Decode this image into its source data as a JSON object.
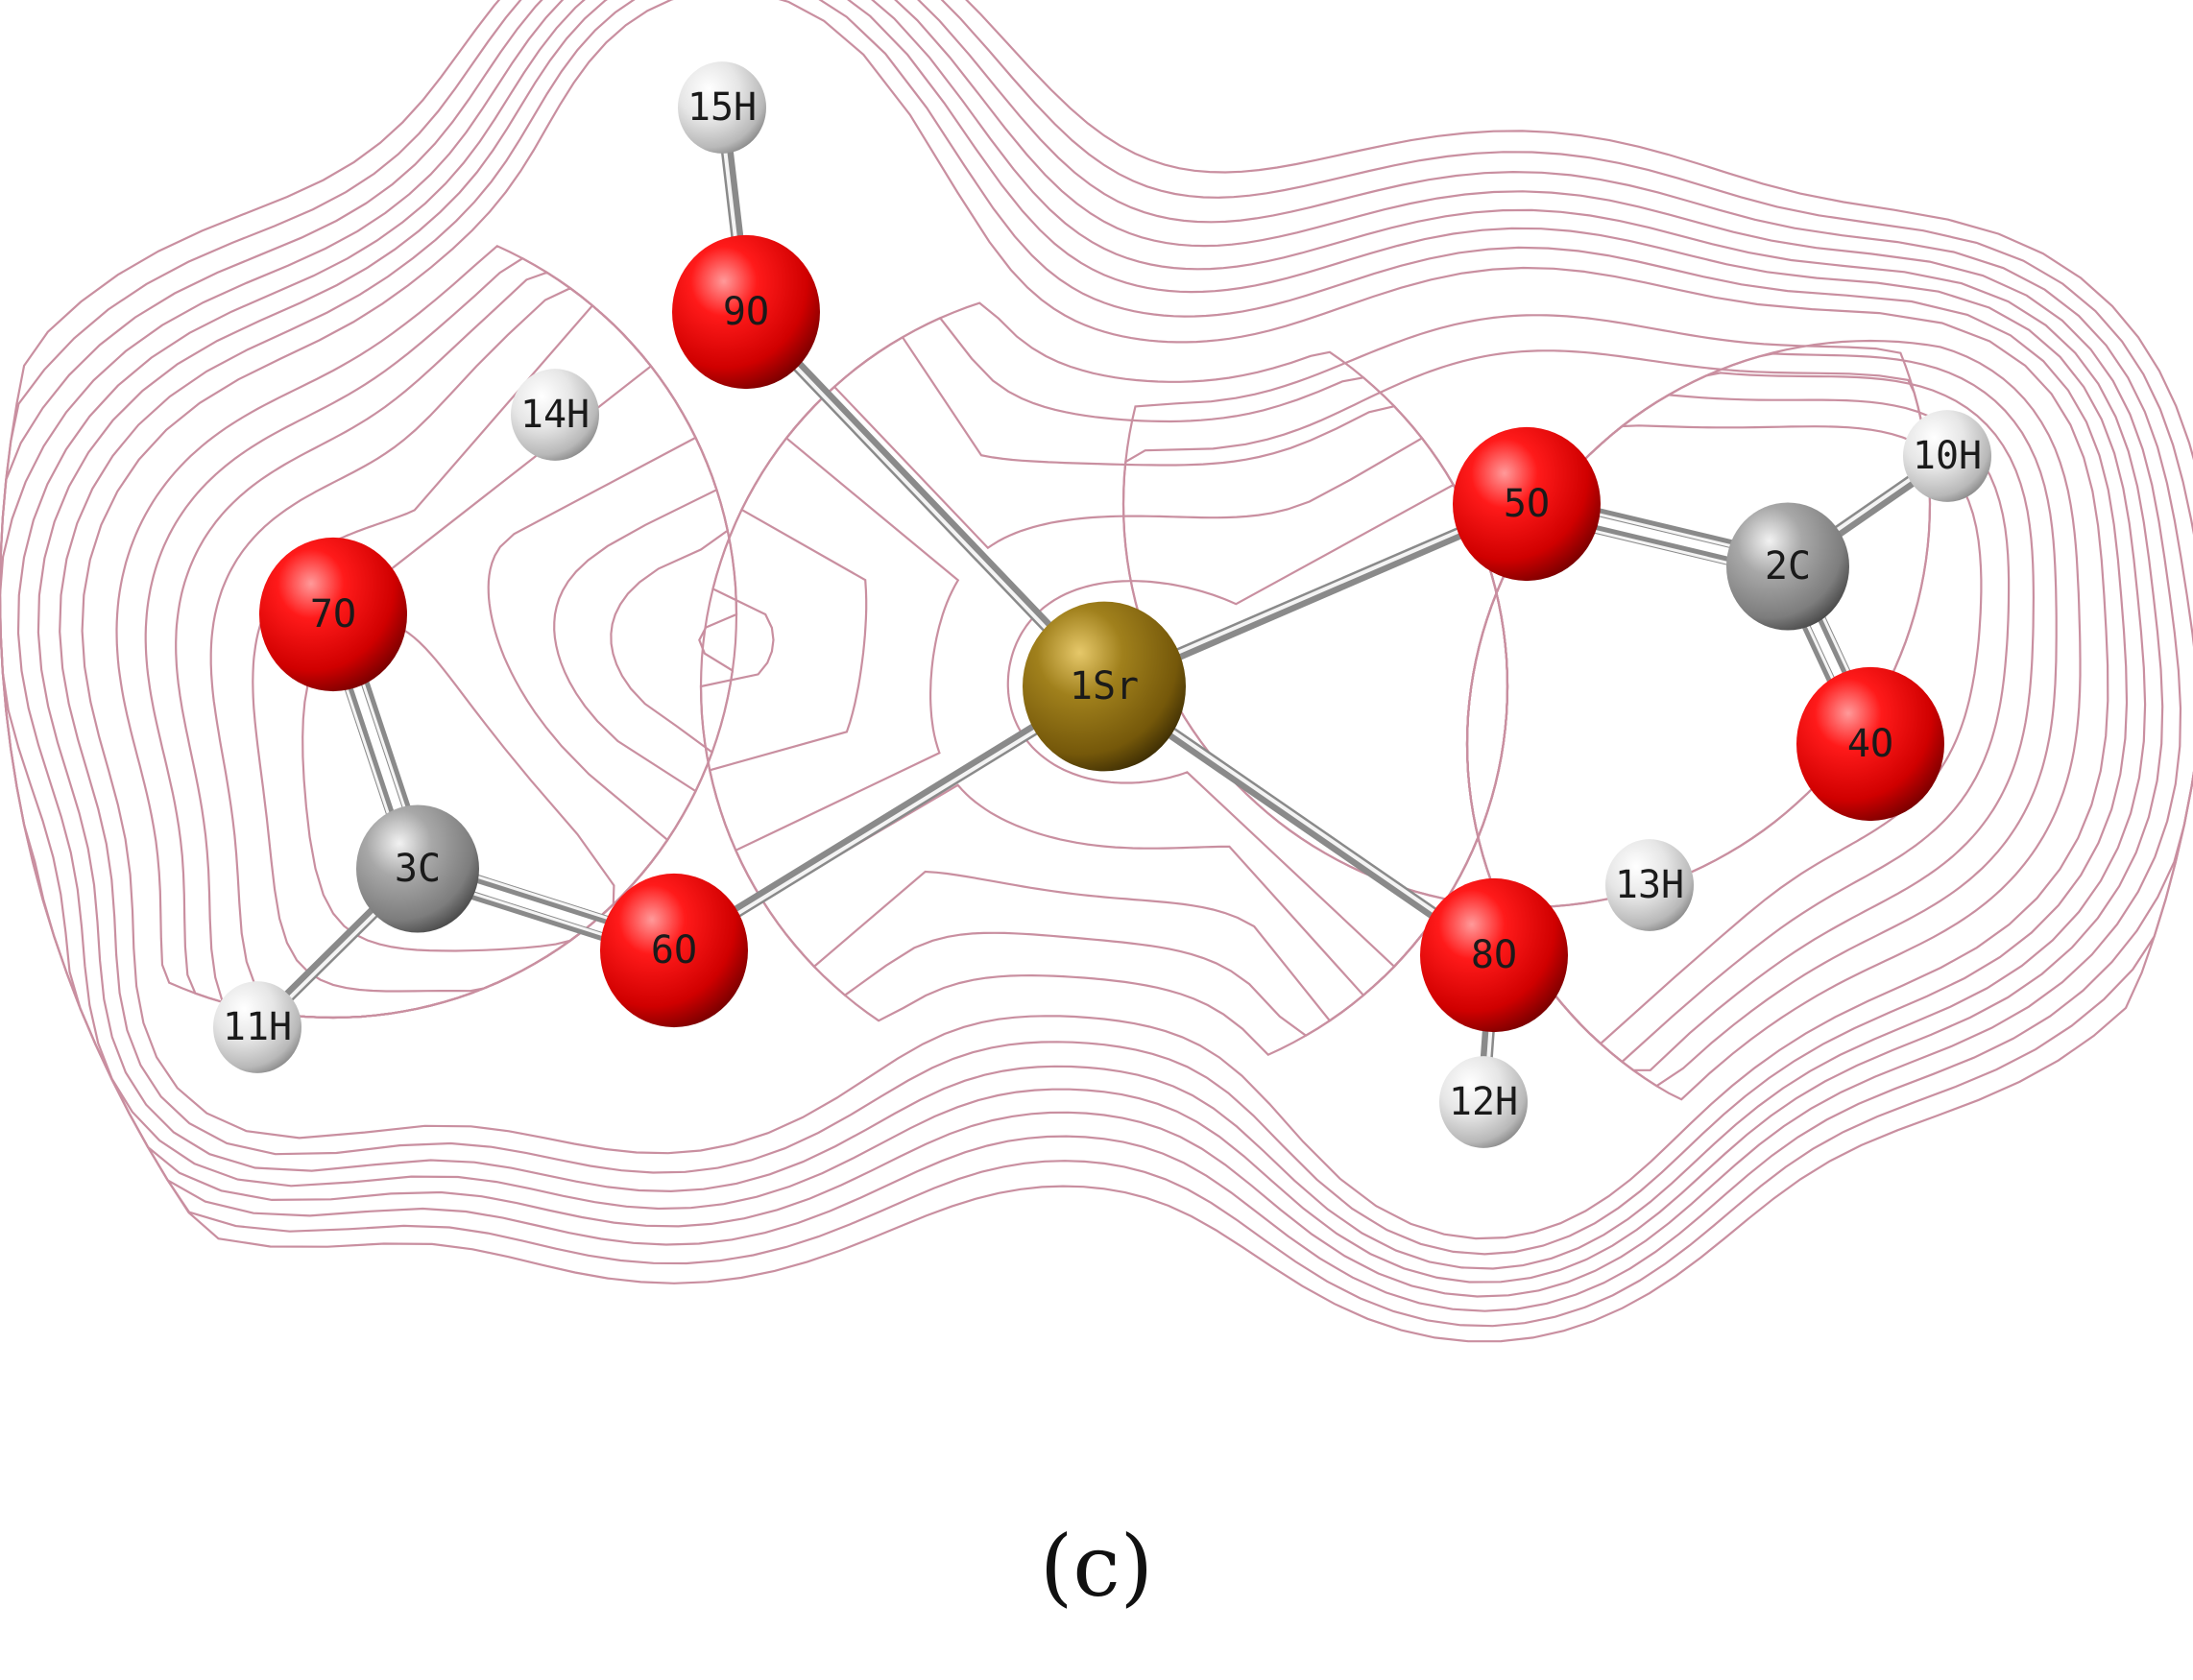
{
  "caption": "(c)",
  "colors": {
    "oxygen": "#e00000",
    "carbon": "#8f8f8f",
    "hydrogen": "#e8e8e8",
    "strontium": "#8a6a10",
    "contour": "#c98fa0"
  },
  "atoms": [
    {
      "id": "sr1",
      "label": "1Sr",
      "element": "Sr"
    },
    {
      "id": "c2",
      "label": "2C",
      "element": "C"
    },
    {
      "id": "c3",
      "label": "3C",
      "element": "C"
    },
    {
      "id": "o4",
      "label": "4O",
      "element": "O"
    },
    {
      "id": "o5",
      "label": "5O",
      "element": "O"
    },
    {
      "id": "o6",
      "label": "6O",
      "element": "O"
    },
    {
      "id": "o7",
      "label": "7O",
      "element": "O"
    },
    {
      "id": "o8",
      "label": "8O",
      "element": "O"
    },
    {
      "id": "o9",
      "label": "9O",
      "element": "O"
    },
    {
      "id": "h10",
      "label": "10H",
      "element": "H"
    },
    {
      "id": "h11",
      "label": "11H",
      "element": "H"
    },
    {
      "id": "h12",
      "label": "12H",
      "element": "H"
    },
    {
      "id": "h13",
      "label": "13H",
      "element": "H"
    },
    {
      "id": "h14",
      "label": "14H",
      "element": "H"
    },
    {
      "id": "h15",
      "label": "15H",
      "element": "H"
    }
  ],
  "bonds": [
    {
      "from": "sr1",
      "to": "o9"
    },
    {
      "from": "sr1",
      "to": "o5"
    },
    {
      "from": "sr1",
      "to": "o6"
    },
    {
      "from": "sr1",
      "to": "o8"
    },
    {
      "from": "o9",
      "to": "h15"
    },
    {
      "from": "o8",
      "to": "h12"
    },
    {
      "from": "c2",
      "to": "o5",
      "order": 2
    },
    {
      "from": "c2",
      "to": "o4",
      "order": 2
    },
    {
      "from": "c2",
      "to": "h10"
    },
    {
      "from": "c3",
      "to": "o6",
      "order": 2
    },
    {
      "from": "c3",
      "to": "o7",
      "order": 2
    },
    {
      "from": "c3",
      "to": "h11"
    }
  ]
}
